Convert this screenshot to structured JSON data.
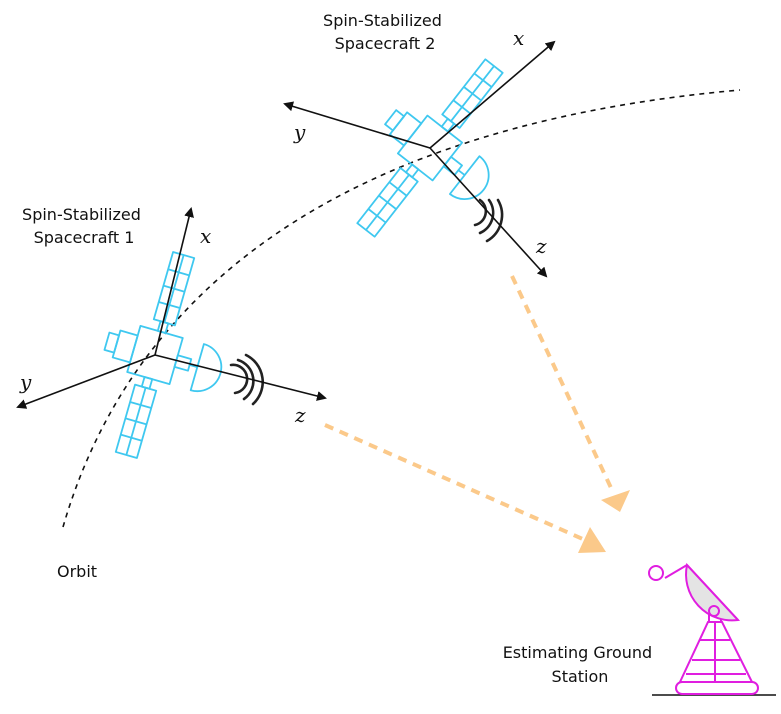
{
  "labels": {
    "spacecraft1": [
      "Spin-Stabilized",
      "Spacecraft 1"
    ],
    "spacecraft2": [
      "Spin-Stabilized",
      "Spacecraft 2"
    ],
    "orbit": "Orbit",
    "ground_station": [
      "Estimating Ground",
      "Station"
    ]
  },
  "axes": {
    "x": "x",
    "y": "y",
    "z": "z"
  },
  "colors": {
    "satellite_outline": "#3fc8f0",
    "satellite_body": "#e4e4e4",
    "ground_station": "#e01ee0",
    "measurement_link": "#fbc98a",
    "axis": "#111111",
    "orbit": "#111111"
  }
}
